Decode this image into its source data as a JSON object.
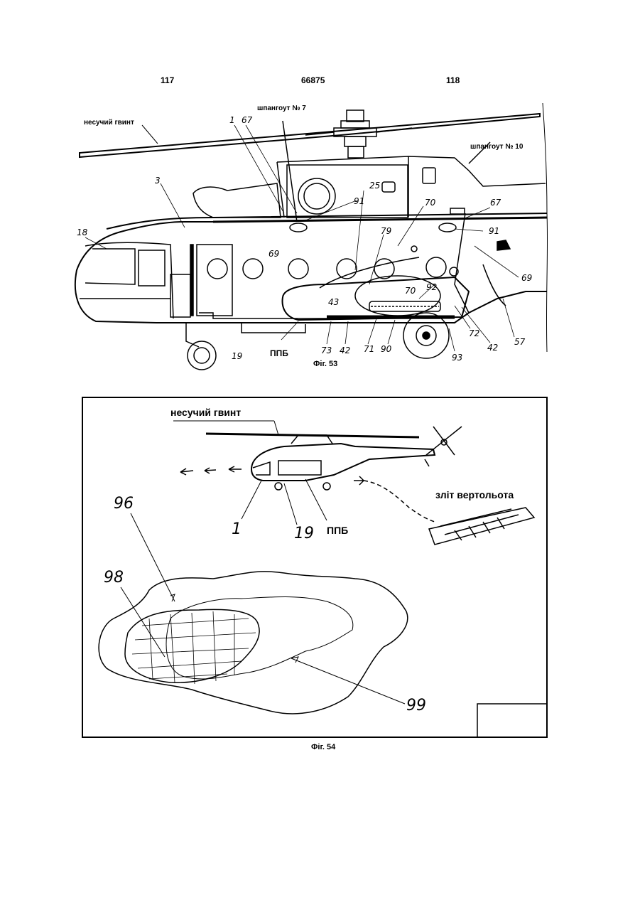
{
  "header": {
    "page_left": "117",
    "patent_number": "66875",
    "page_right": "118"
  },
  "fig53": {
    "caption": "Фіг. 53",
    "rotor_label": "несучий гвинт",
    "frame7_label": "шпангоут № 7",
    "frame10_label": "шпангоут № 10",
    "ppb_label": "ППБ",
    "refs": {
      "r1": "1",
      "r67a": "67",
      "r3": "3",
      "r25": "25",
      "r91a": "91",
      "r70a": "70",
      "r67b": "67",
      "r18": "18",
      "r79": "79",
      "r69a": "69",
      "r91b": "91",
      "r43": "43",
      "r70b": "70",
      "r92": "92",
      "r69b": "69",
      "r19": "19",
      "r57": "57",
      "r73": "73",
      "r42a": "42",
      "r71": "71",
      "r90": "90",
      "r93": "93",
      "r72": "72",
      "r42b": "42"
    }
  },
  "fig54": {
    "caption": "Фіг. 54",
    "rotor_label": "несучий гвинт",
    "takeoff_label": "зліт вертольота",
    "ppb_label": "ППБ",
    "refs": {
      "r1": "1",
      "r19": "19",
      "r96": "96",
      "r98": "98",
      "r99": "99"
    }
  }
}
